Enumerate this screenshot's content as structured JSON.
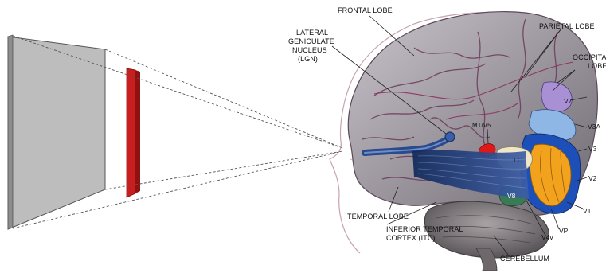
{
  "labels": {
    "frontal_lobe": "FRONTAL LOBE",
    "parietal_lobe": "PARIETAL LOBE",
    "lgn": [
      "LATERAL",
      "GENICULATE",
      "NUCLEUS",
      "(LGN)"
    ],
    "occipital_lobe": [
      "OCCIPITAL",
      "LOBE"
    ],
    "v7": "V7",
    "mt_v5": "MT/V5",
    "v3a": "V3A",
    "v3": "V3",
    "lo": "LO",
    "v2": "V2",
    "v8": "V8",
    "v1": "V1",
    "temporal_lobe": "TEMPORAL LOBE",
    "v4v": "V4v",
    "vp": "VP",
    "itc": [
      "INFERIOR TEMPORAL",
      "CORTEX (ITC)"
    ],
    "cerebellum": "CEREBELLUM"
  },
  "colors": {
    "screen": "#bdbdbd",
    "stimulus_bar": "#cc1e1e",
    "brain": "#9c969e",
    "sulci": "#6b3a5a",
    "v1": "#f2a21c",
    "v2": "#1d4fb8",
    "v3": "#5f86d6",
    "v3a": "#8fb7e6",
    "v7": "#a98fd4",
    "lo": "#f0e6c8",
    "v8": "#3a7a55",
    "mt": "#e01818",
    "optic_tract": "#1f3c7a",
    "cerebellum": "#7a7578"
  }
}
